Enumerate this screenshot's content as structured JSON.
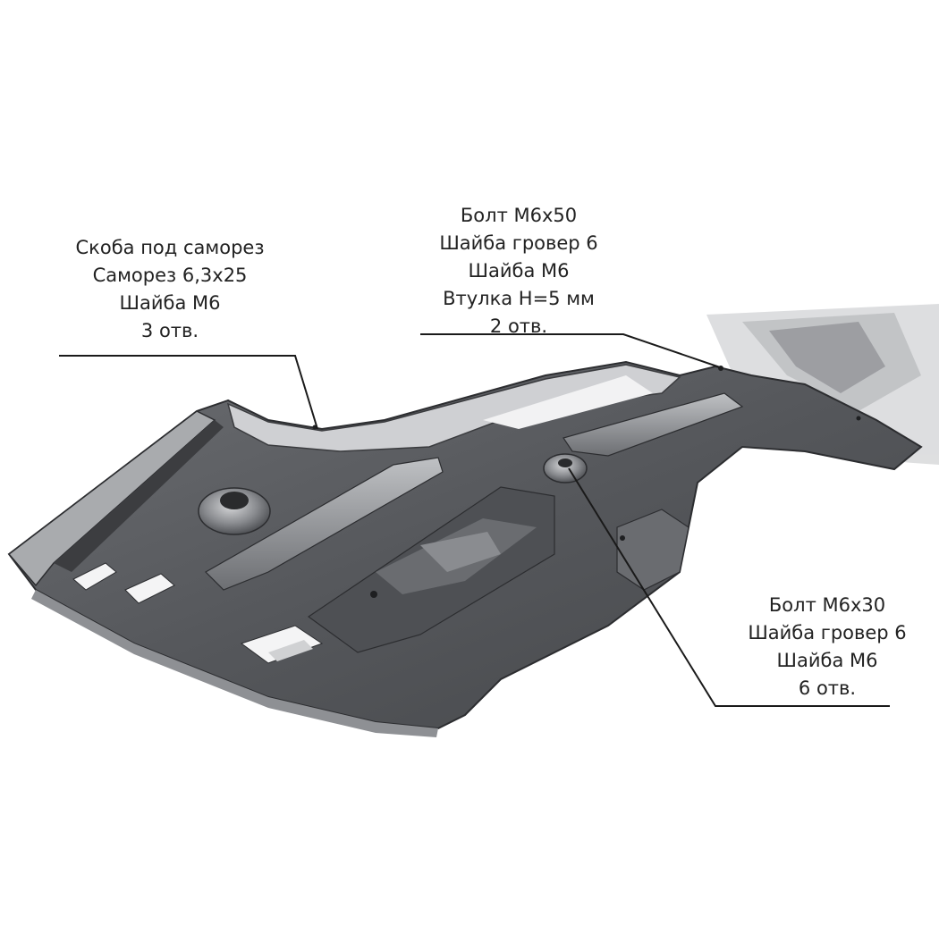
{
  "callouts": {
    "left": {
      "lines": [
        "Скоба под саморез",
        "Саморез 6,3х25",
        "Шайба М6",
        "3 отв."
      ]
    },
    "top": {
      "lines": [
        "Болт М6х50",
        "Шайба гровер 6",
        "Шайба М6",
        "Втулка Н=5 мм",
        "2 отв."
      ]
    },
    "right": {
      "lines": [
        "Болт М6х30",
        "Шайба гровер 6",
        "Шайба М6",
        "6 отв."
      ]
    }
  },
  "colors": {
    "plate_fill": "#5e6064",
    "plate_dark": "#3a3b3e",
    "plate_light": "#9a9ca0",
    "highlight": "#d8d9db",
    "leader": "#1a1a1a"
  }
}
